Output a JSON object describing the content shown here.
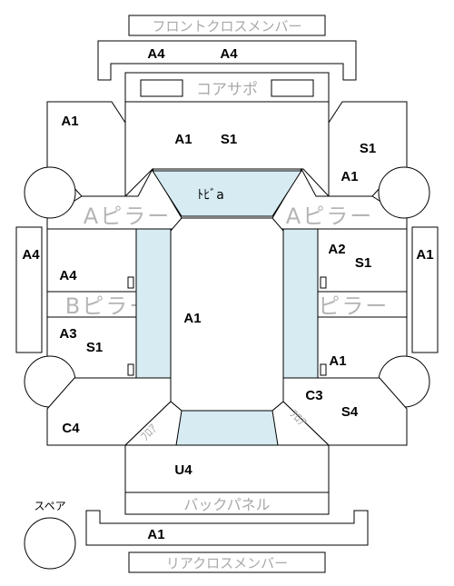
{
  "labels": {
    "front_cross_member": "フロントクロスメンバー",
    "core_support": "コアサポ",
    "a_pillar_left": "Aピラー",
    "a_pillar_right": "Aピラー",
    "b_pillar_left": "Bピラー",
    "b_pillar_right": "Bピラー",
    "floor_left": "ﾌﾛｱ",
    "floor_right": "ﾌﾛｱ",
    "back_panel": "バックパネル",
    "rear_cross_member": "リアクロスメンバー",
    "spare": "スペア",
    "toe_board": "ﾄﾋﾞa"
  },
  "grades": {
    "front_member_left": "A4",
    "front_member_right": "A4",
    "front_left_outer": "A1",
    "front_center_a": "A1",
    "front_center_s": "S1",
    "front_right_s": "S1",
    "front_right_a": "A1",
    "left_side_panel": "A4",
    "right_side_panel": "A1",
    "left_front_door_a": "A4",
    "right_front_door_a": "A2",
    "right_front_door_s": "S1",
    "cabin_center": "A1",
    "left_rear_door_a": "A3",
    "left_rear_door_s": "S1",
    "right_rear_door_a": "A1",
    "right_quarter_c": "C3",
    "right_quarter_s": "S4",
    "left_quarter_c": "C4",
    "trunk": "U4",
    "rear_member": "A1"
  }
}
